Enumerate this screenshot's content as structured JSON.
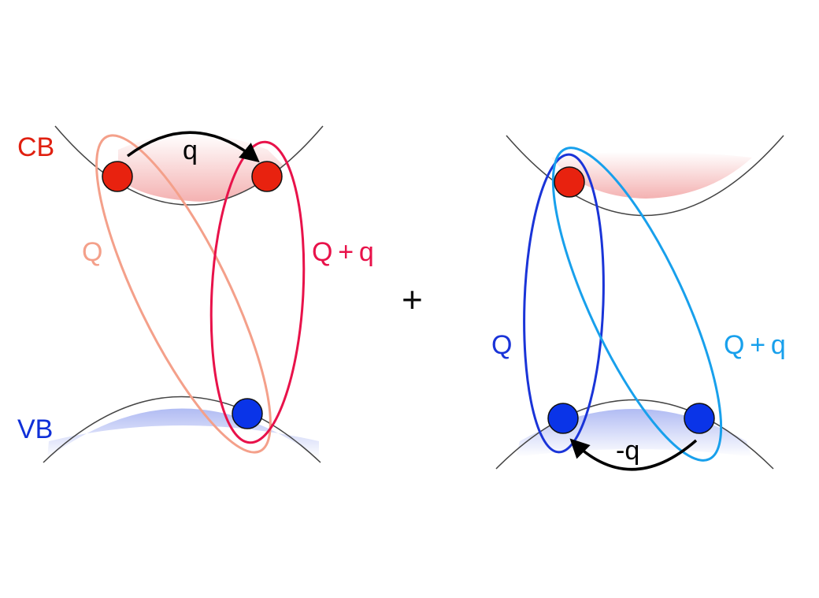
{
  "labels": {
    "cb": "CB",
    "vb": "VB",
    "q_left": "q",
    "Q_left": "Q",
    "Qq_left": "Q + q",
    "plus": "+",
    "Q_right": "Q",
    "Qq_right": "Q + q",
    "mq_right": "-q"
  },
  "colors": {
    "electron": "#e8220f",
    "hole": "#0a34e8",
    "cb_label": "#e02010",
    "vb_label": "#1030d8",
    "Q_left_ellipse": "#f4a08a",
    "Qq_left_ellipse": "#e8124a",
    "Q_right_ellipse": "#1a34d8",
    "Qq_right_ellipse": "#18a0ec",
    "band_line": "#444444",
    "arrow": "#000000",
    "cb_shade": "#f2a4a4",
    "vb_shade": "#a8b4f2"
  }
}
